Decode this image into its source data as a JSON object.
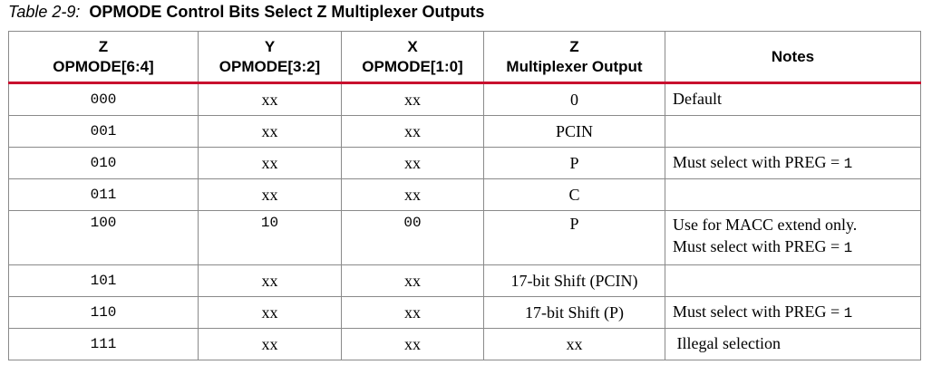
{
  "caption": {
    "number": "Table 2-9:",
    "title": "OPMODE Control Bits Select Z Multiplexer Outputs"
  },
  "headers": [
    {
      "line1": "Z",
      "line2": "OPMODE[6:4]"
    },
    {
      "line1": "Y",
      "line2": "OPMODE[3:2]"
    },
    {
      "line1": "X",
      "line2": "OPMODE[1:0]"
    },
    {
      "line1": "Z",
      "line2": "Multiplexer Output"
    },
    {
      "line1": "Notes",
      "line2": ""
    }
  ],
  "rows": [
    {
      "z": "000",
      "y": "xx",
      "x": "xx",
      "out": "0",
      "note1": "Default",
      "note1_code": "",
      "note2": "",
      "note2_code": ""
    },
    {
      "z": "001",
      "y": "xx",
      "x": "xx",
      "out": "PCIN",
      "note1": "",
      "note1_code": "",
      "note2": "",
      "note2_code": ""
    },
    {
      "z": "010",
      "y": "xx",
      "x": "xx",
      "out": "P",
      "note1": "Must select with PREG = ",
      "note1_code": "1",
      "note2": "",
      "note2_code": ""
    },
    {
      "z": "011",
      "y": "xx",
      "x": "xx",
      "out": "C",
      "note1": "",
      "note1_code": "",
      "note2": "",
      "note2_code": ""
    },
    {
      "z": "100",
      "y": "10",
      "x": "00",
      "out": "P",
      "note1": "Use for MACC extend only.",
      "note1_code": "",
      "note2": "Must select with PREG = ",
      "note2_code": "1"
    },
    {
      "z": "101",
      "y": "xx",
      "x": "xx",
      "out": "17-bit Shift (PCIN)",
      "note1": "",
      "note1_code": "",
      "note2": "",
      "note2_code": ""
    },
    {
      "z": "110",
      "y": "xx",
      "x": "xx",
      "out": "17-bit Shift (P)",
      "note1": "Must select with PREG = ",
      "note1_code": "1",
      "note2": "",
      "note2_code": ""
    },
    {
      "z": "111",
      "y": "xx",
      "x": "xx",
      "out": "xx",
      "note1": " Illegal selection",
      "note1_code": "",
      "note2": "",
      "note2_code": ""
    }
  ]
}
